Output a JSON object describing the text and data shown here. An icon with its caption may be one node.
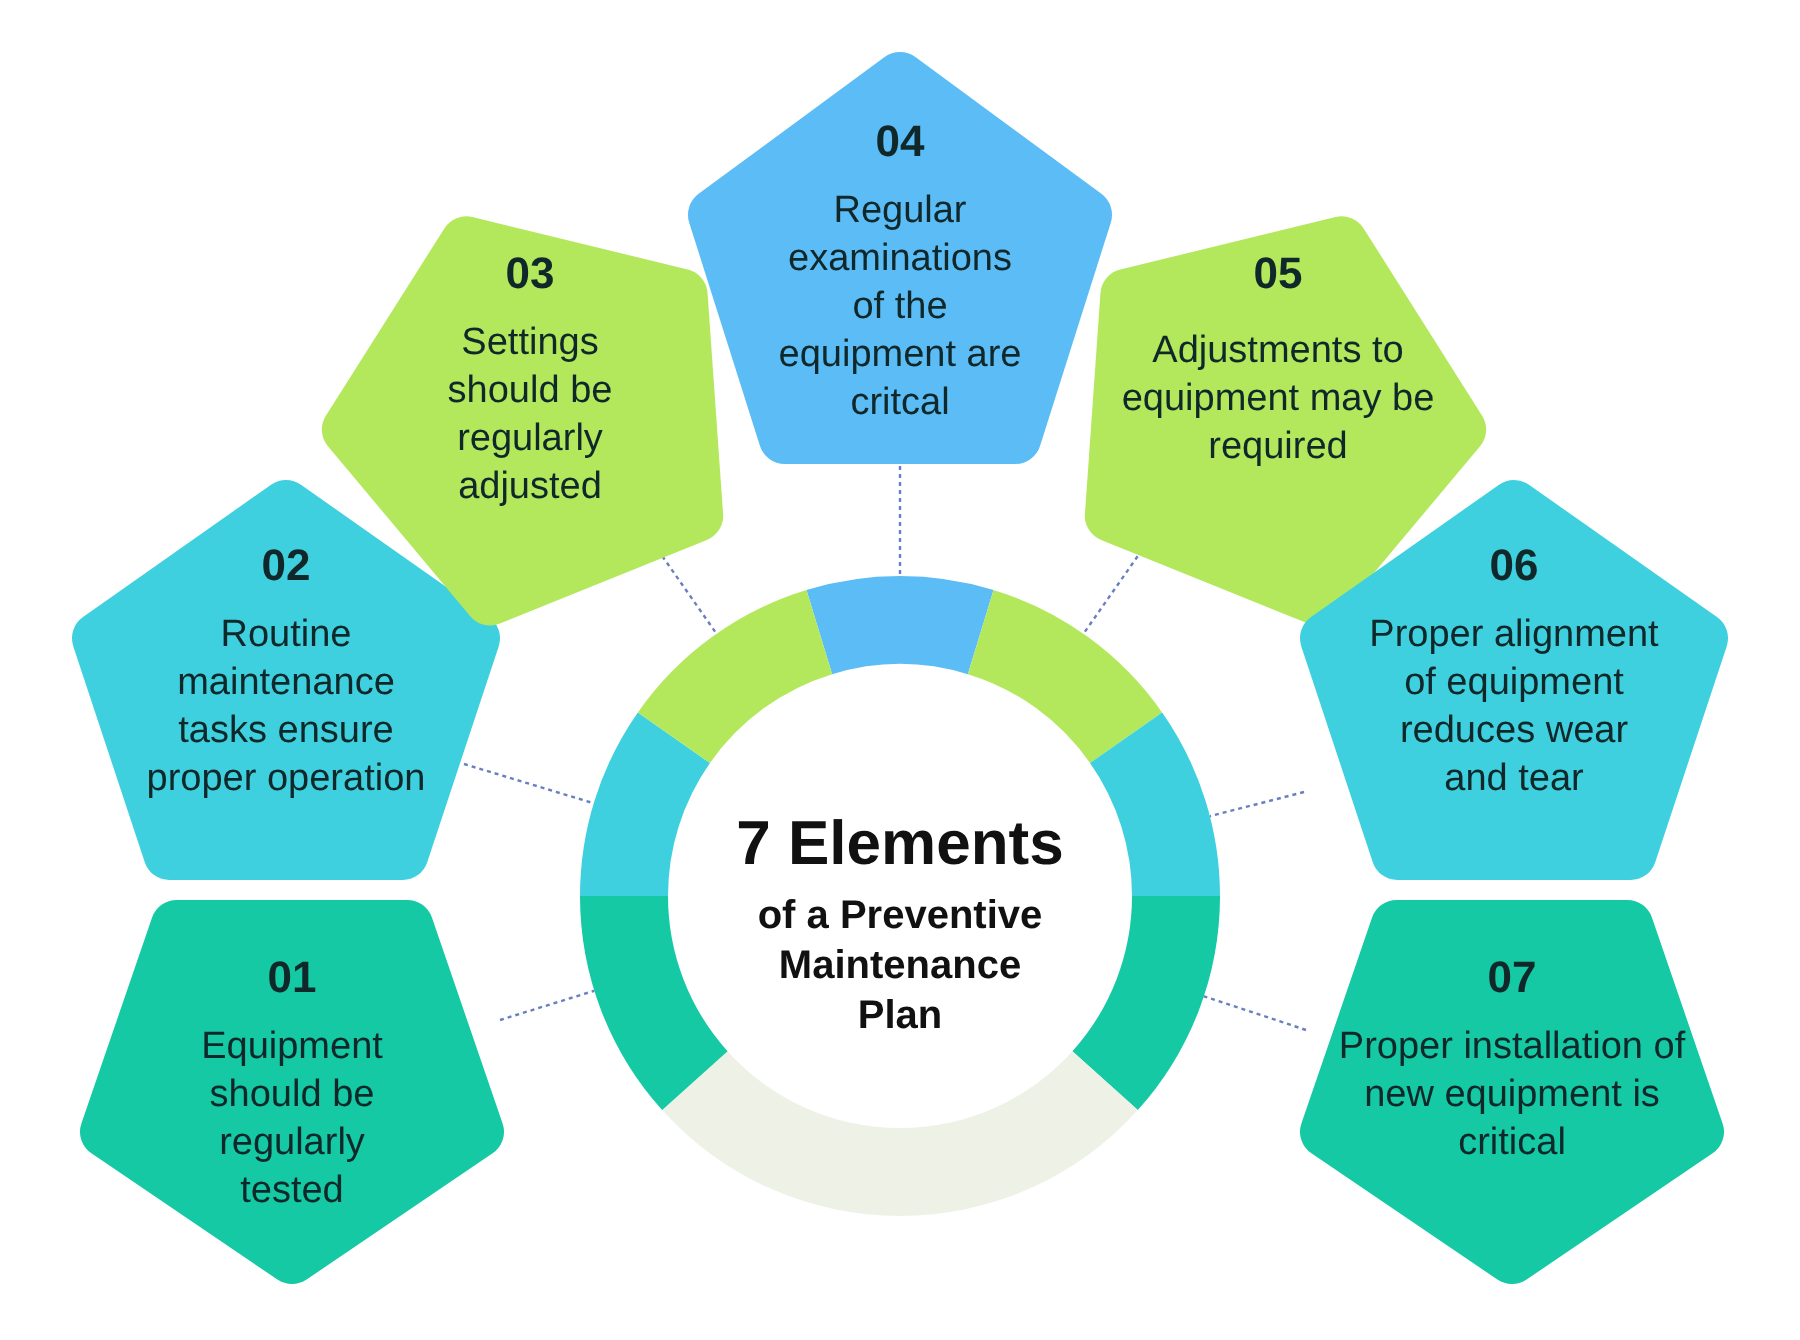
{
  "diagram": {
    "nodes": [
      {
        "text": [
          "7 Elements",
          "of a Preventive Maintenance Plan"
        ]
      },
      {
        "text": [
          "01",
          "Equipment should be regularly tested"
        ]
      },
      {
        "text": [
          "02",
          "Routine maintenance tasks ensure proper operation"
        ]
      },
      {
        "text": [
          "03",
          "Settings should be regularly adjusted"
        ]
      },
      {
        "text": [
          "04",
          "Regular examinations of the equipment are critcal"
        ]
      },
      {
        "text": [
          "05",
          "Adjustments to equipment may be required"
        ]
      },
      {
        "text": [
          "06",
          "Proper alignment of equipment reduces wear and tear"
        ]
      },
      {
        "text": [
          "07",
          "Proper installation of new equipment is critical"
        ]
      }
    ],
    "edges": [
      {
        "from": 1,
        "to": 0,
        "arrow": "none",
        "style": "dashed"
      },
      {
        "from": 2,
        "to": 0,
        "arrow": "none",
        "style": "dashed"
      },
      {
        "from": 3,
        "to": 0,
        "arrow": "none",
        "style": "dashed"
      },
      {
        "from": 4,
        "to": 0,
        "arrow": "none",
        "style": "dashed"
      },
      {
        "from": 5,
        "to": 0,
        "arrow": "none",
        "style": "dashed"
      },
      {
        "from": 6,
        "to": 0,
        "arrow": "none",
        "style": "dashed"
      },
      {
        "from": 7,
        "to": 0,
        "arrow": "none",
        "style": "dashed"
      }
    ]
  }
}
